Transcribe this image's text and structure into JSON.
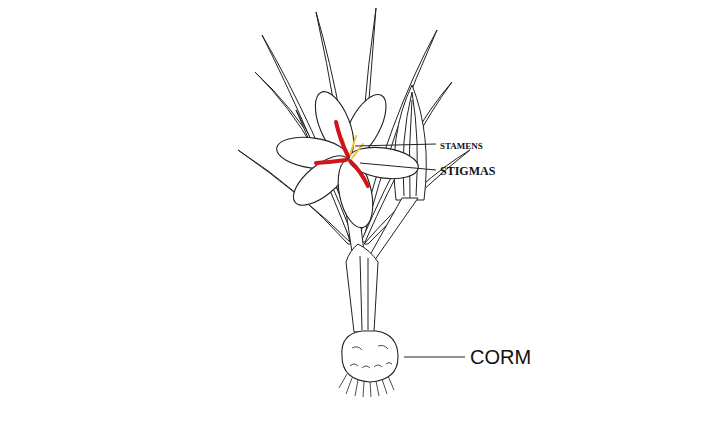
{
  "diagram": {
    "labels": [
      "STAMENS",
      "STIGMAS",
      "CORM"
    ]
  }
}
